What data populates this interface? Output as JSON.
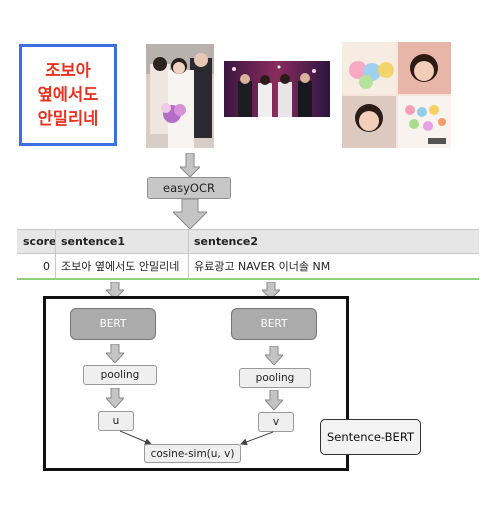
{
  "title_card": {
    "text": "조보아\n옆에서도\n안밀리네"
  },
  "photos": [
    {
      "name": "photo-award-ceremony",
      "bg": "#d7c9c4"
    },
    {
      "name": "photo-stage-group",
      "bg": "#6b2452"
    },
    {
      "name": "photo-collage",
      "bg": "#f1dccb"
    }
  ],
  "ocr_step": {
    "label": "easyOCR"
  },
  "table": {
    "columns": [
      "score",
      "sentence1",
      "sentence2"
    ],
    "rows": [
      {
        "score": "0",
        "sentence1": "조보아 옆에서도 안밀리네",
        "sentence2": "유료광고 NAVER 이너솔 NM"
      }
    ]
  },
  "model": {
    "left": {
      "encoder": "BERT",
      "pooling": "pooling",
      "vector": "u"
    },
    "right": {
      "encoder": "BERT",
      "pooling": "pooling",
      "vector": "v"
    },
    "similarity": "cosine-sim(u, v)",
    "name": "Sentence-BERT"
  },
  "colors": {
    "title_border": "#3d6fe0",
    "title_text": "#e8321f",
    "arrow_fill": "#c4c4c4",
    "row_underline": "#90d07a"
  }
}
